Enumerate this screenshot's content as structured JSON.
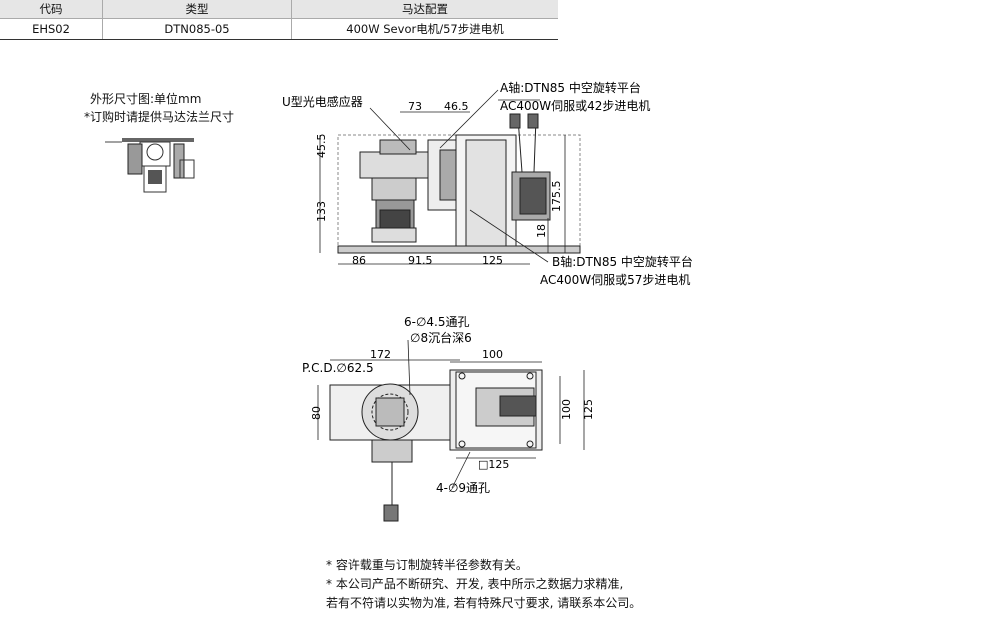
{
  "table": {
    "headers": [
      "代码",
      "类型",
      "马达配置"
    ],
    "rows": [
      [
        "EHS02",
        "DTN085-05",
        "400W Sevor电机/57步进电机"
      ]
    ]
  },
  "notes": {
    "unit": "外形尺寸图:单位mm",
    "order": "*订购时请提供马达法兰尺寸"
  },
  "side_view": {
    "sensor_label": "U型光电感应器",
    "axis_a_line1": "A轴:DTN85 中空旋转平台",
    "axis_a_line2": "AC400W伺服或42步进电机",
    "axis_b_line1": "B轴:DTN85 中空旋转平台",
    "axis_b_line2": "AC400W伺服或57步进电机",
    "dims": {
      "d73": "73",
      "d46_5": "46.5",
      "d45_5": "45.5",
      "d133": "133",
      "d175_5": "175.5",
      "d18": "18",
      "d86": "86",
      "d91_5": "91.5",
      "d125": "125"
    }
  },
  "top_view": {
    "holes1": "6-∅4.5通孔",
    "holes2": "∅8沉台深6",
    "pcd": "P.C.D.∅62.5",
    "holes3": "4-∅9通孔",
    "dims": {
      "d172": "172",
      "d100_top": "100",
      "d80": "80",
      "d100_right": "100",
      "d125_right": "125",
      "d125_sq": "□125"
    }
  },
  "footnotes": [
    "* 容许载重与订制旋转半径参数有关。",
    "* 本公司产品不断研究、开发, 表中所示之数据力求精准,",
    "若有不符请以实物为准, 若有特殊尺寸要求, 请联系本公司。"
  ]
}
